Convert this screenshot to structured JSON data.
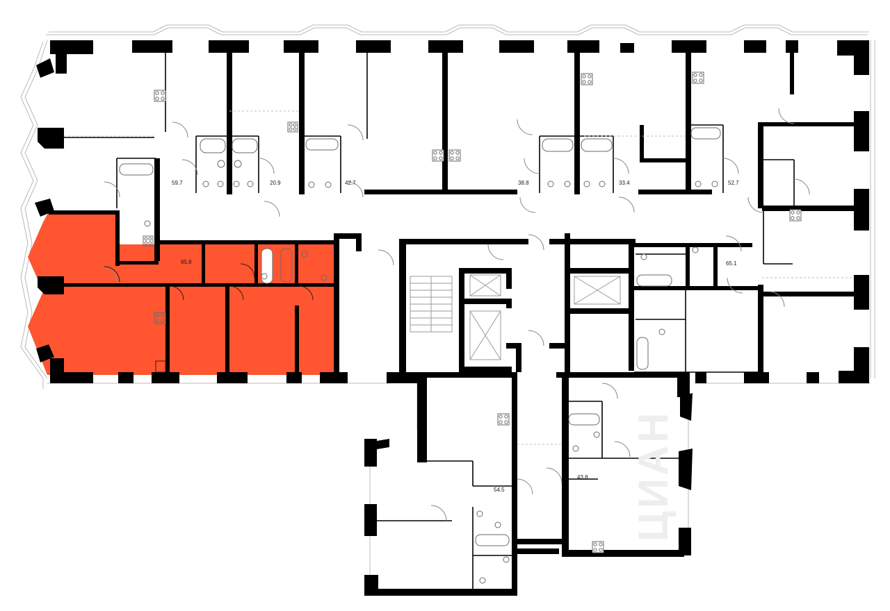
{
  "plan": {
    "highlight_color": "#FF5530",
    "wall_color": "#000000",
    "highlighted_apartment": "85.8"
  },
  "apartments": [
    {
      "id": "apt-59-7",
      "area": "59.7"
    },
    {
      "id": "apt-20-9",
      "area": "20.9"
    },
    {
      "id": "apt-42-7",
      "area": "42.7"
    },
    {
      "id": "apt-38-8",
      "area": "38.8"
    },
    {
      "id": "apt-33-4",
      "area": "33.4"
    },
    {
      "id": "apt-52-7",
      "area": "52.7"
    },
    {
      "id": "apt-85-8",
      "area": "85.8"
    },
    {
      "id": "apt-65-1",
      "area": "65.1"
    },
    {
      "id": "apt-54-5",
      "area": "54.5"
    },
    {
      "id": "apt-43-8",
      "area": "43.8"
    }
  ],
  "watermark": {
    "text": "ЦИАН"
  }
}
